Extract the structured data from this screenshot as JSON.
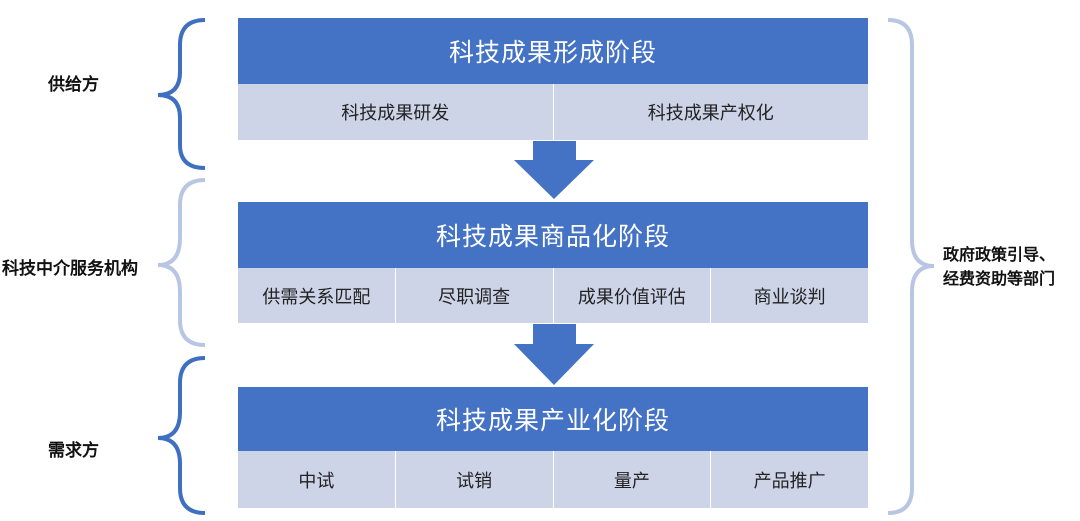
{
  "stages": [
    {
      "title": "科技成果形成阶段",
      "items": [
        "科技成果研发",
        "科技成果产权化"
      ]
    },
    {
      "title": "科技成果商品化阶段",
      "items": [
        "供需关系匹配",
        "尽职调查",
        "成果价值评估",
        "商业谈判"
      ]
    },
    {
      "title": "科技成果产业化阶段",
      "items": [
        "中试",
        "试销",
        "量产",
        "产品推广"
      ]
    }
  ],
  "left_labels": {
    "supply": "供给方",
    "intermediary": "科技中介服务机构",
    "demand": "需求方"
  },
  "right_label": {
    "line1": "政府政策引导、",
    "line2": "经费资助等部门"
  },
  "colors": {
    "header_blue": "#4472c4",
    "sub_row": "#cdd4e8",
    "arrow": "#4472c4",
    "brace_dark": "#3e6fc0",
    "brace_light": "#b9c6e3"
  }
}
